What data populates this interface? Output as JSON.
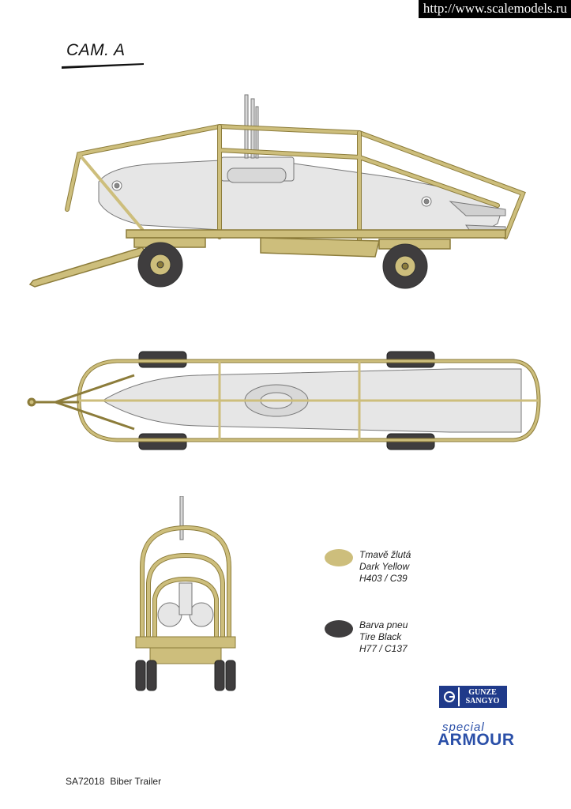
{
  "watermark": "http://www.scalemodels.ru",
  "title": "CAM. A",
  "colors": {
    "dark_yellow": "#cdbe7c",
    "frame_stroke": "#8c7c3a",
    "tire_black": "#3f3d3e",
    "submarine_grey": "#e6e6e6",
    "brand_blue": "#1f3a8a"
  },
  "legend": [
    {
      "lines": [
        "Tmavě žlutá",
        "Dark Yellow",
        "H403 / C39"
      ],
      "color": "#cdbe7c",
      "icon": "dark-yellow-swatch"
    },
    {
      "lines": [
        "Barva pneu",
        "Tire Black",
        "H77 / C137"
      ],
      "color": "#3f3d3e",
      "icon": "tire-black-swatch"
    }
  ],
  "logos": {
    "gunze_line1": "GUNZE",
    "gunze_line2": "SANGYO",
    "special": "special",
    "armour": "ARMOUR"
  },
  "footer": {
    "code": "SA72018",
    "name": "Biber Trailer"
  }
}
